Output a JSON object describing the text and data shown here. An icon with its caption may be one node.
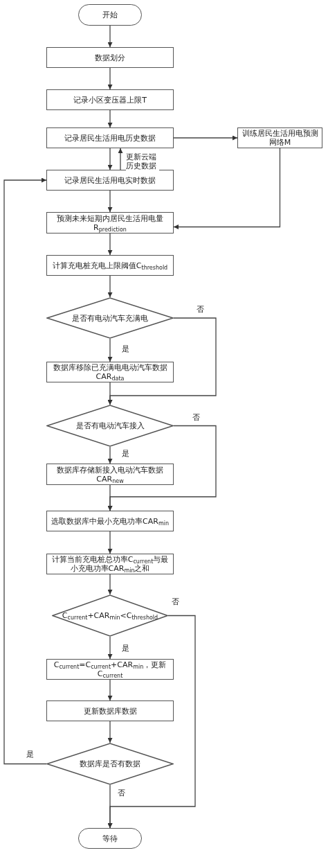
{
  "diagram": {
    "nodes": [
      {
        "text": [
          "开始"
        ]
      },
      {
        "text": [
          "数据划分"
        ]
      },
      {
        "text": [
          "记录小区变压器上限T"
        ]
      },
      {
        "text": [
          "记录居民生活用电历史数据"
        ]
      },
      {
        "text": [
          "训练居民生活用电预测网络M"
        ]
      },
      {
        "text": [
          "记录居民生活用电实时数据"
        ]
      },
      {
        "text": [
          "预测未来短期内居民生活用电量R$_{prediction}$"
        ]
      },
      {
        "text": [
          "计算充电桩充电上限阈值C$_{threshold}$"
        ]
      },
      {
        "text": [
          "是否有电动汽车充满电"
        ]
      },
      {
        "text": [
          "数据库移除已充满电电动汽车数据CAR$_{data}$"
        ]
      },
      {
        "text": [
          "是否有电动汽车接入"
        ]
      },
      {
        "text": [
          "数据库存储新接入电动汽车数据CAR$_{new}$"
        ]
      },
      {
        "text": [
          "选取数据库中最小充电功率CAR$_{min}$"
        ]
      },
      {
        "text": [
          "计算当前充电桩总功率C$_{current}$与最小充电功率CAR$_{min}$之和"
        ]
      },
      {
        "text": [
          "C$_{current}$+CAR$_{min}$<C$_{threshold}$"
        ]
      },
      {
        "text": [
          "C$_{current}$=C$_{current}$+CAR$_{min}$，更新C$_{current}$"
        ]
      },
      {
        "text": [
          "更新数据库数据"
        ]
      },
      {
        "text": [
          "数据库是否有数据"
        ]
      },
      {
        "text": [
          "等待"
        ]
      }
    ],
    "edges": [
      {
        "from": 0,
        "to": 1,
        "arrow": "to"
      },
      {
        "from": 1,
        "to": 2,
        "arrow": "to"
      },
      {
        "from": 2,
        "to": 3,
        "arrow": "to"
      },
      {
        "from": 3,
        "to": 5,
        "arrow": "to"
      },
      {
        "from": 5,
        "to": 3,
        "arrow": "to",
        "label": "更新云端历史数据"
      },
      {
        "from": 3,
        "to": 4,
        "arrow": "to"
      },
      {
        "from": 4,
        "to": 6,
        "arrow": "to"
      },
      {
        "from": 5,
        "to": 6,
        "arrow": "to"
      },
      {
        "from": 6,
        "to": 7,
        "arrow": "to"
      },
      {
        "from": 7,
        "to": 8,
        "arrow": "to"
      },
      {
        "from": 8,
        "to": 9,
        "arrow": "to",
        "label": "是"
      },
      {
        "from": 8,
        "to": 10,
        "arrow": "to",
        "label": "否"
      },
      {
        "from": 9,
        "to": 10,
        "arrow": "to"
      },
      {
        "from": 10,
        "to": 11,
        "arrow": "to",
        "label": "是"
      },
      {
        "from": 10,
        "to": 12,
        "arrow": "to",
        "label": "否"
      },
      {
        "from": 11,
        "to": 12,
        "arrow": "to"
      },
      {
        "from": 12,
        "to": 13,
        "arrow": "to"
      },
      {
        "from": 13,
        "to": 14,
        "arrow": "to"
      },
      {
        "from": 14,
        "to": 15,
        "arrow": "to",
        "label": "是"
      },
      {
        "from": 14,
        "to": 18,
        "arrow": "to",
        "label": "否"
      },
      {
        "from": 15,
        "to": 16,
        "arrow": "to"
      },
      {
        "from": 16,
        "to": 17,
        "arrow": "to"
      },
      {
        "from": 17,
        "to": 18,
        "arrow": "to",
        "label": "否"
      },
      {
        "from": 17,
        "to": 5,
        "arrow": "to",
        "label": "是"
      }
    ]
  }
}
